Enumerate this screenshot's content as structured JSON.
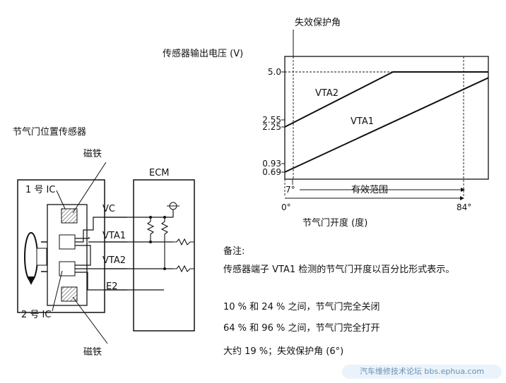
{
  "left_diagram": {
    "title": "节气门位置传感器",
    "ic1_label": "1 号 IC",
    "ic2_label": "2 号 IC",
    "magnet_top_label": "磁铁",
    "magnet_bottom_label": "磁铁",
    "ecm_label": "ECM",
    "pins": [
      "VC",
      "VTA1",
      "VTA2",
      "E2"
    ]
  },
  "right_chart": {
    "fail_safe_label": "失效保护角",
    "ylabel": "传感器输出电压 (V)",
    "xlabel": "节气门开度 (度)",
    "range_label": "有效范围",
    "x_marks": [
      "7°",
      "0°",
      "84°"
    ],
    "line_labels": [
      "VTA2",
      "VTA1"
    ]
  },
  "chart_data": {
    "type": "line",
    "title": "",
    "xlabel": "节气门开度 (度)",
    "ylabel": "传感器输出电压 (V)",
    "y_ticks": [
      "5.0",
      "2.55",
      "2.25",
      "0.93",
      "0.69"
    ],
    "series": [
      {
        "name": "VTA2",
        "x": [
          0,
          51,
          96
        ],
        "y": [
          2.25,
          5.0,
          5.0
        ]
      },
      {
        "name": "VTA1",
        "x": [
          0,
          96
        ],
        "y": [
          0.69,
          4.7
        ]
      }
    ],
    "fail_safe_deg": 6,
    "effective_range_deg": [
      7,
      84
    ]
  },
  "notes": {
    "heading": "备注:",
    "line1": "传感器端子 VTA1 检测的节气门开度以百分比形式表示。",
    "line2": "10 % 和 24 % 之间，节气门完全关闭",
    "line3": "64 % 和 96 % 之间，节气门完全打开",
    "line4": "大约 19 %；失效保护角 (6°)"
  },
  "watermark": "汽车维修技术论坛 bbs.ephua.com"
}
